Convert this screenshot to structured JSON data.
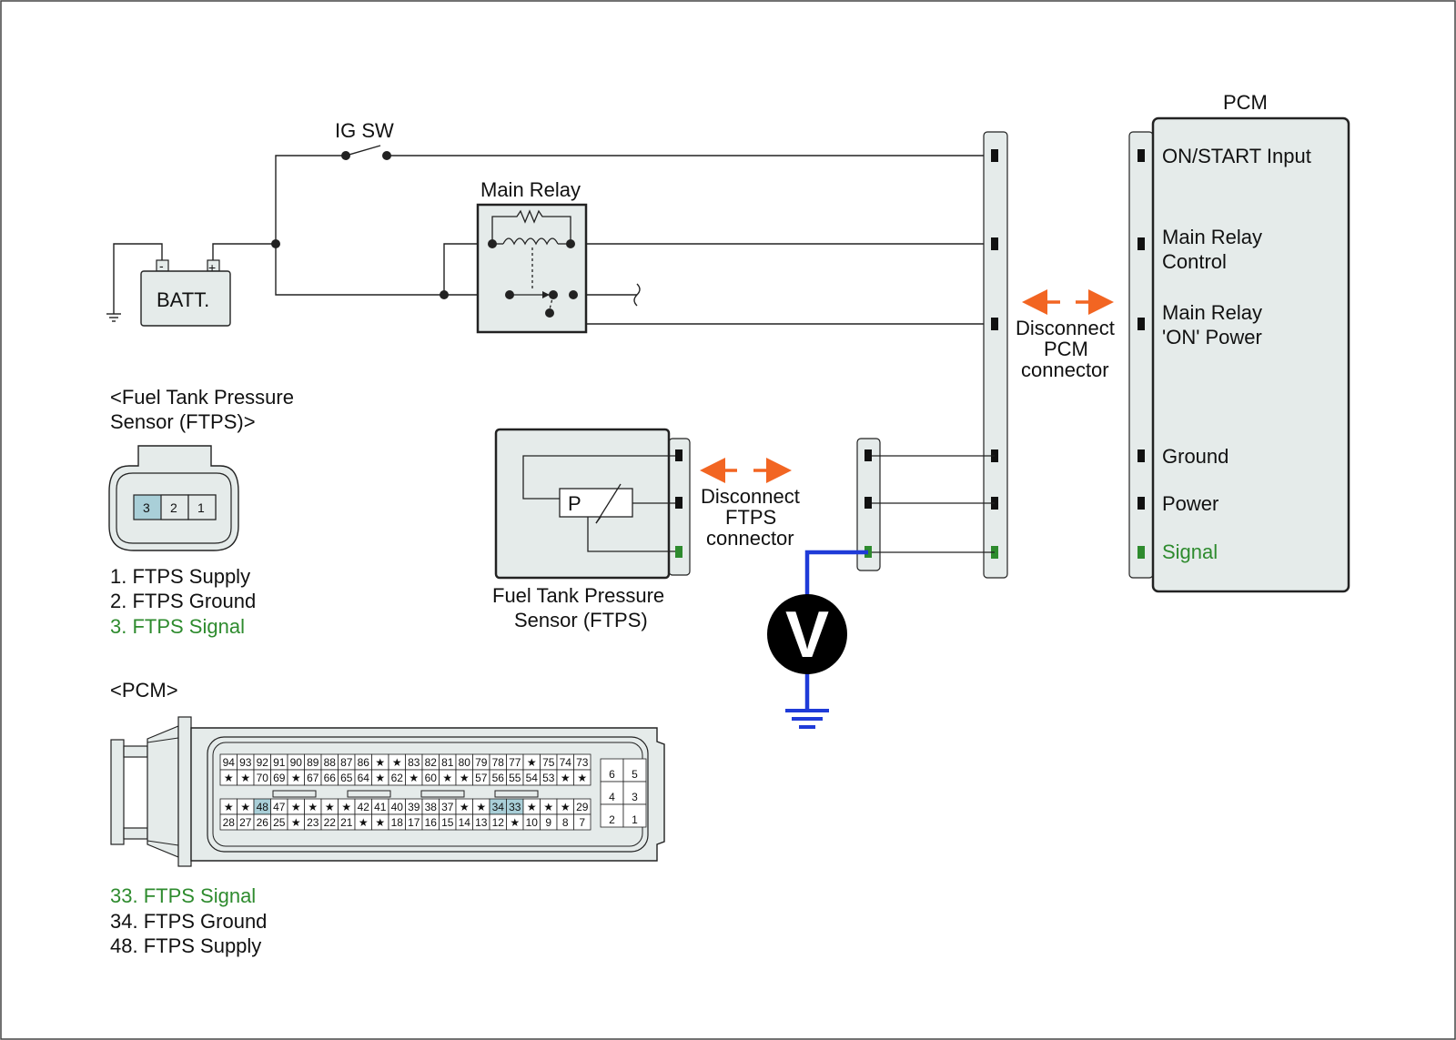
{
  "ig_sw": "IG SW",
  "main_relay": "Main Relay",
  "batt": {
    "label": "BATT.",
    "neg": "-",
    "pos": "+"
  },
  "pcm_title": "PCM",
  "pcm_pins": [
    "ON/START Input",
    "Main Relay",
    "Control",
    "Main Relay",
    "'ON' Power",
    "Ground",
    "Power",
    "Signal"
  ],
  "disconnect_pcm": [
    "Disconnect",
    "PCM",
    "connector"
  ],
  "disconnect_ftps": [
    "Disconnect",
    "FTPS",
    "connector"
  ],
  "sensor_label": [
    "Fuel Tank Pressure",
    "Sensor (FTPS)"
  ],
  "sensor_symbol": "P",
  "meter_symbol": "V",
  "ftps_heading": [
    "<Fuel Tank Pressure",
    "Sensor (FTPS)>"
  ],
  "ftps_pins": [
    "3",
    "2",
    "1"
  ],
  "ftps_legend": [
    "1. FTPS Supply",
    "2. FTPS Ground",
    "3. FTPS Signal"
  ],
  "pcm_heading": "<PCM>",
  "pcm_grid": {
    "row1": [
      "94",
      "93",
      "92",
      "91",
      "90",
      "89",
      "88",
      "87",
      "86",
      "★",
      "★",
      "83",
      "82",
      "81",
      "80",
      "79",
      "78",
      "77",
      "★",
      "75",
      "74",
      "73"
    ],
    "row2": [
      "★",
      "★",
      "70",
      "69",
      "★",
      "67",
      "66",
      "65",
      "64",
      "★",
      "62",
      "★",
      "60",
      "★",
      "★",
      "57",
      "56",
      "55",
      "54",
      "53",
      "★",
      "★"
    ],
    "row3": [
      "★",
      "★",
      "48",
      "47",
      "★",
      "★",
      "★",
      "★",
      "42",
      "41",
      "40",
      "39",
      "38",
      "37",
      "★",
      "★",
      "34",
      "33",
      "★",
      "★",
      "★",
      "29"
    ],
    "row4": [
      "28",
      "27",
      "26",
      "25",
      "★",
      "23",
      "22",
      "21",
      "★",
      "★",
      "18",
      "17",
      "16",
      "15",
      "14",
      "13",
      "12",
      "★",
      "10",
      "9",
      "8",
      "7"
    ],
    "side": [
      [
        "6",
        "5"
      ],
      [
        "4",
        "3"
      ],
      [
        "2",
        "1"
      ]
    ],
    "highlight": [
      "48",
      "34",
      "33"
    ]
  },
  "pcm_legend": [
    "33. FTPS Signal",
    "34. FTPS Ground",
    "48. FTPS Supply"
  ],
  "colors": {
    "signal": "#2e8b2e",
    "arrow": "#f26522",
    "meter_wire": "#1f3bd8",
    "connector_fill": "#e5ebea",
    "highlight_cell": "#a9cfd8"
  }
}
